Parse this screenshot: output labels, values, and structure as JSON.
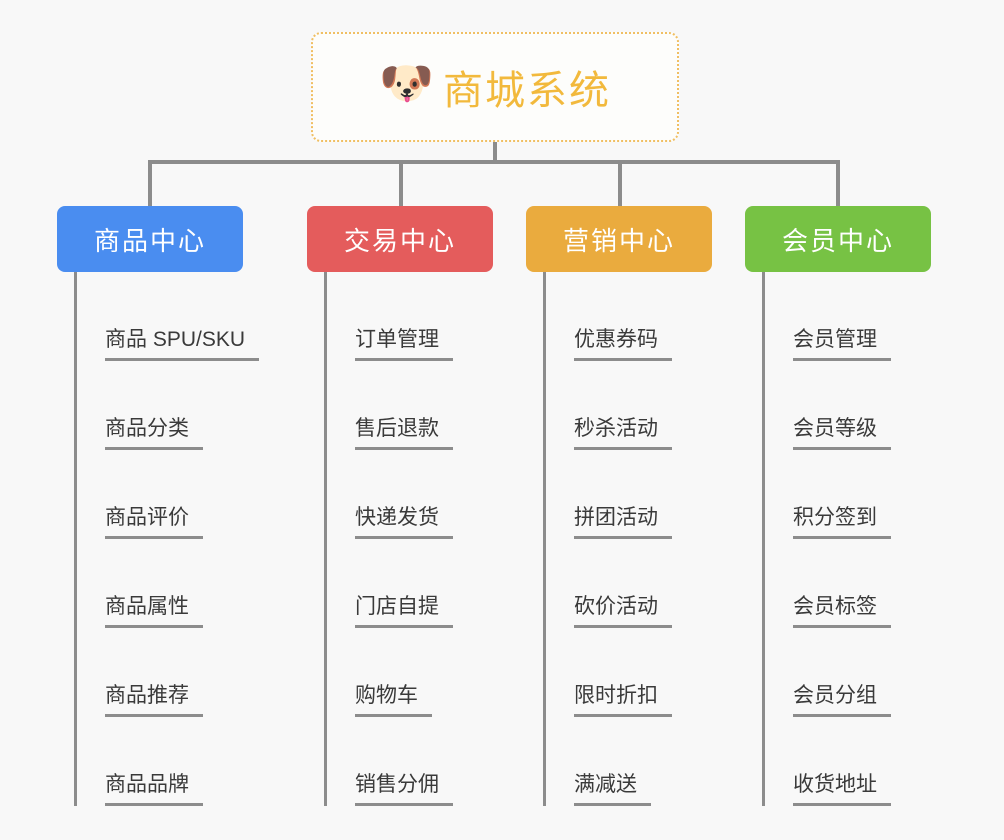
{
  "diagram": {
    "type": "mind-map",
    "background_color": "#f8f8f8",
    "root": {
      "icon": "dog-face-icon",
      "emoji": "🐶",
      "title": "商城系统",
      "title_color": "#f2b93c",
      "border_color": "#f0bf63",
      "border_style": "dotted"
    },
    "connector_color": "#8c8c8c",
    "leaf_text_color": "#3a3a3a",
    "branches": [
      {
        "id": "product-center",
        "label": "商品中心",
        "color": "#4a8df0",
        "leaves": [
          "商品 SPU/SKU",
          "商品分类",
          "商品评价",
          "商品属性",
          "商品推荐",
          "商品品牌"
        ]
      },
      {
        "id": "trade-center",
        "label": "交易中心",
        "color": "#e45c5c",
        "leaves": [
          "订单管理",
          "售后退款",
          "快递发货",
          "门店自提",
          "购物车",
          "销售分佣"
        ]
      },
      {
        "id": "marketing-center",
        "label": "营销中心",
        "color": "#eaab3e",
        "leaves": [
          "优惠券码",
          "秒杀活动",
          "拼团活动",
          "砍价活动",
          "限时折扣",
          "满减送"
        ]
      },
      {
        "id": "member-center",
        "label": "会员中心",
        "color": "#77c244",
        "leaves": [
          "会员管理",
          "会员等级",
          "积分签到",
          "会员标签",
          "会员分组",
          "收货地址"
        ]
      }
    ]
  }
}
